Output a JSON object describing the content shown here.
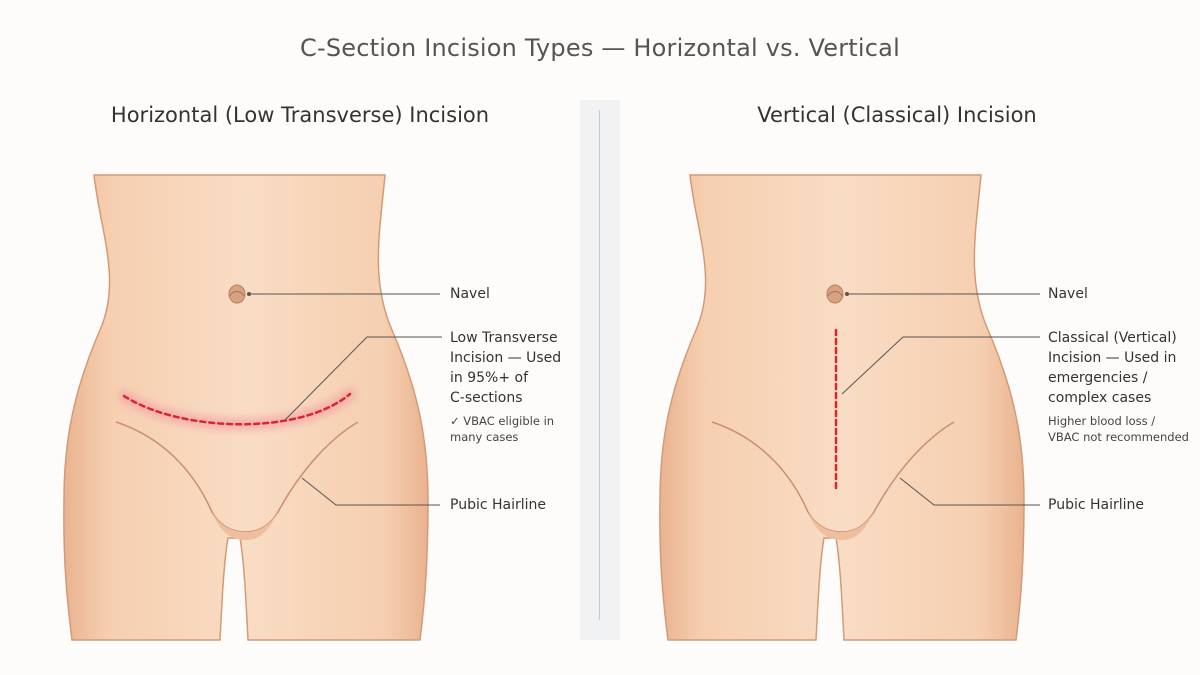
{
  "title": "C-Section Incision Types — Horizontal vs. Vertical",
  "panels": {
    "horizontal": {
      "title": "Horizontal (Low Transverse) Incision",
      "navel_label": "Navel",
      "incision_label": "Low Transverse\nIncision — Used\nin 95%+ of\nC-sections",
      "note": "✓ VBAC eligible in\n    many cases",
      "pubic_label": "Pubic Hairline"
    },
    "vertical": {
      "title": "Vertical (Classical) Incision",
      "navel_label": "Navel",
      "incision_label": "Classical (Vertical)\nIncision — Used in\nemergencies /\ncomplex cases",
      "note": "Higher blood loss /\nVBAC not recommended",
      "pubic_label": "Pubic Hairline"
    }
  },
  "colors": {
    "skin": "#f7d3b6",
    "skin_shadow": "#e8b28f",
    "outline": "#c98f6e",
    "incision": "#d9262f",
    "incision_glow": "#f4a0a4",
    "leader": "#555555"
  }
}
